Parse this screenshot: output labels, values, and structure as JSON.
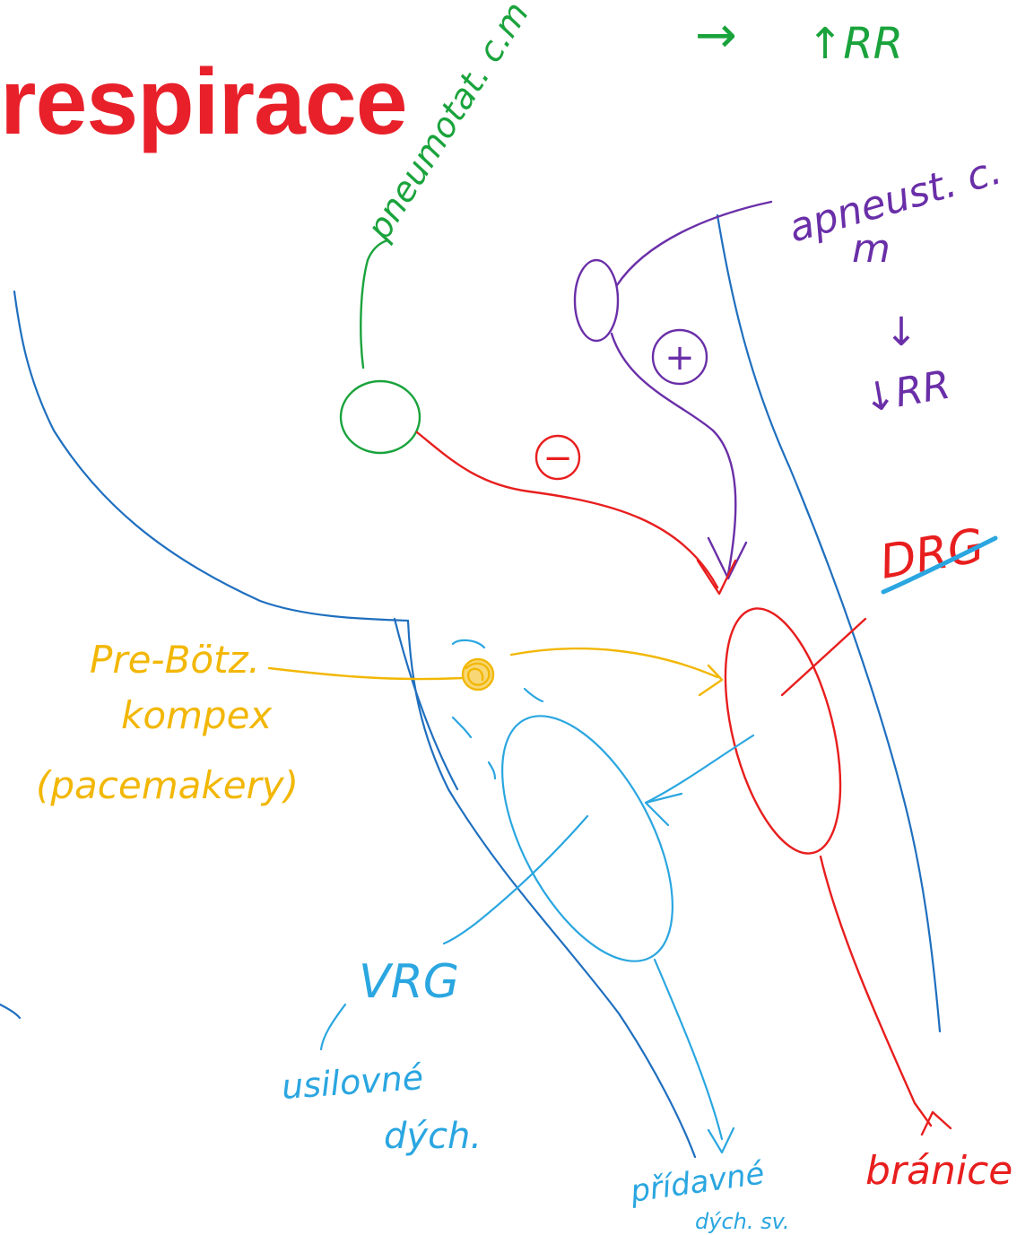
{
  "title": "respirace",
  "colors": {
    "title": "#e8202a",
    "brainstem_outline": "#1f6fbf",
    "pneumotaxic": "#1aa33c",
    "apneustic": "#6a2fa8",
    "drg": "#e81e1e",
    "vrg": "#2aa6e0",
    "pre_botzinger": "#f2b705"
  },
  "labels": {
    "pneumotaxic_center": "pneumotat. c.m",
    "pneumotaxic_arrow": "→",
    "pneumotaxic_effect": "↑RR",
    "apneustic_center_line1": "apneust. c.",
    "apneustic_center_line2": "m",
    "apneustic_arrow": "↓",
    "apneustic_effect": "↓RR",
    "excitatory_sign": "+",
    "inhibitory_sign": "−",
    "drg": "DRG",
    "pre_botzinger_line1": "Pre-Bötz.",
    "pre_botzinger_line2": "kompex",
    "pre_botzinger_line3": "(pacemakery)",
    "vrg": "VRG",
    "forced_breathing_line1": "usilovné",
    "forced_breathing_line2": "dých.",
    "accessory_muscles_line1": "přídavné",
    "accessory_muscles_line2": "dých. sv.",
    "diaphragm": "bránice"
  }
}
